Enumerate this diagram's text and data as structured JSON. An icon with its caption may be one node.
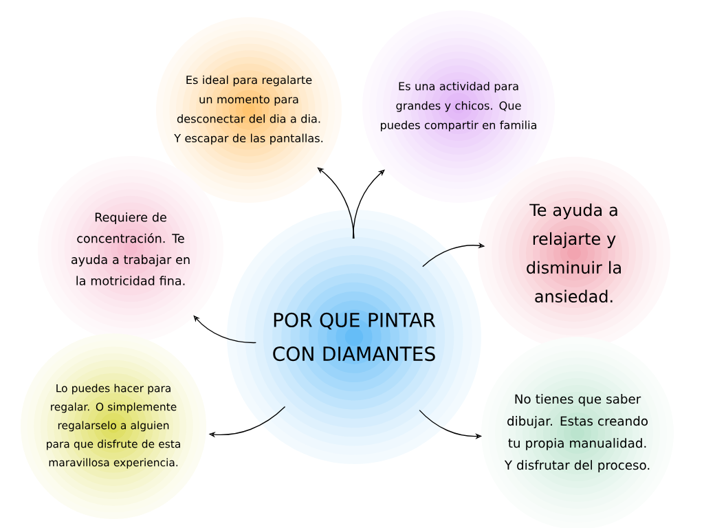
{
  "diagram": {
    "nodes": [
      {
        "text": [
          "POR QUE PINTAR CON DIAMANTES"
        ]
      },
      {
        "text": [
          "Es ideal para regalarte un momento para desconectar del dia a dia. Y escapar de las pantallas."
        ]
      },
      {
        "text": [
          "Es una actividad para grandes y chicos. Que puedes compartir en familia"
        ]
      },
      {
        "text": [
          "Requiere de concentración. Te ayuda a trabajar en la motricidad fina."
        ]
      },
      {
        "text": [
          "Te ayuda a relajarte y disminuir la ansiedad."
        ]
      },
      {
        "text": [
          "Lo puedes hacer para regalar. O simplemente regalarselo a alguien para que disfrute de esta maravillosa experiencia."
        ]
      },
      {
        "text": [
          "No tienes que saber dibujar. Estas creando tu propia manualidad. Y disfrutar del proceso."
        ]
      }
    ],
    "edges": [
      {
        "from": 0,
        "to": 1,
        "arrow": "to"
      },
      {
        "from": 0,
        "to": 2,
        "arrow": "to"
      },
      {
        "from": 0,
        "to": 3,
        "arrow": "to"
      },
      {
        "from": 0,
        "to": 4,
        "arrow": "to"
      },
      {
        "from": 0,
        "to": 5,
        "arrow": "to"
      },
      {
        "from": 0,
        "to": 6,
        "arrow": "to"
      }
    ]
  }
}
